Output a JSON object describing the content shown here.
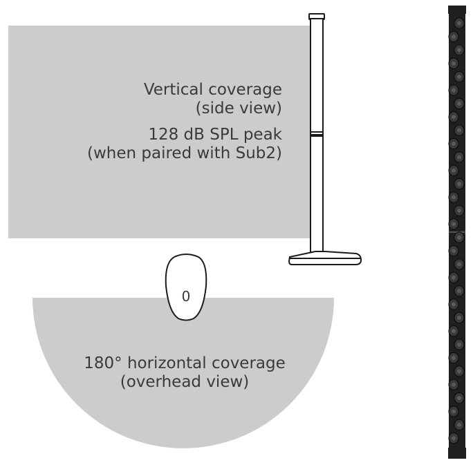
{
  "vertical": {
    "title_line1": "Vertical coverage",
    "title_line2": "(side view)",
    "spl_line1": "128 dB SPL peak",
    "spl_line2": "(when paired with Sub2)"
  },
  "horizontal": {
    "line1": "180° horizontal coverage",
    "line2": "(overhead view)"
  },
  "speaker_base_label": "0",
  "colors": {
    "coverage_fill": "#cccccc",
    "outline": "#1a1a1a",
    "array_body": "#1f1f1f"
  }
}
